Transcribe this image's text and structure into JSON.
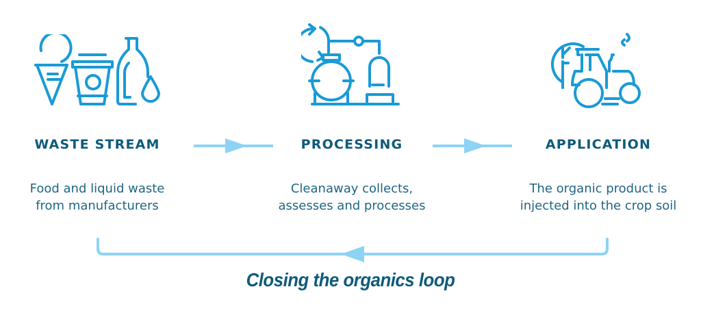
{
  "colors": {
    "icon": "#1a9ad6",
    "heading": "#0e5a7a",
    "body_text": "#1f6584",
    "arrow": "#8dd3f5"
  },
  "stages": [
    {
      "icon": "food-waste-icon",
      "title": "WASTE STREAM",
      "description_lines": [
        "Food and liquid waste",
        "from manufacturers"
      ]
    },
    {
      "icon": "processing-plant-icon",
      "title": "PROCESSING",
      "description_lines": [
        "Cleanaway collects,",
        "assesses and processes"
      ]
    },
    {
      "icon": "tractor-tree-icon",
      "title": "APPLICATION",
      "description_lines": [
        "The organic product is",
        "injected into the crop soil"
      ]
    }
  ],
  "loop_label": "Closing the organics loop"
}
